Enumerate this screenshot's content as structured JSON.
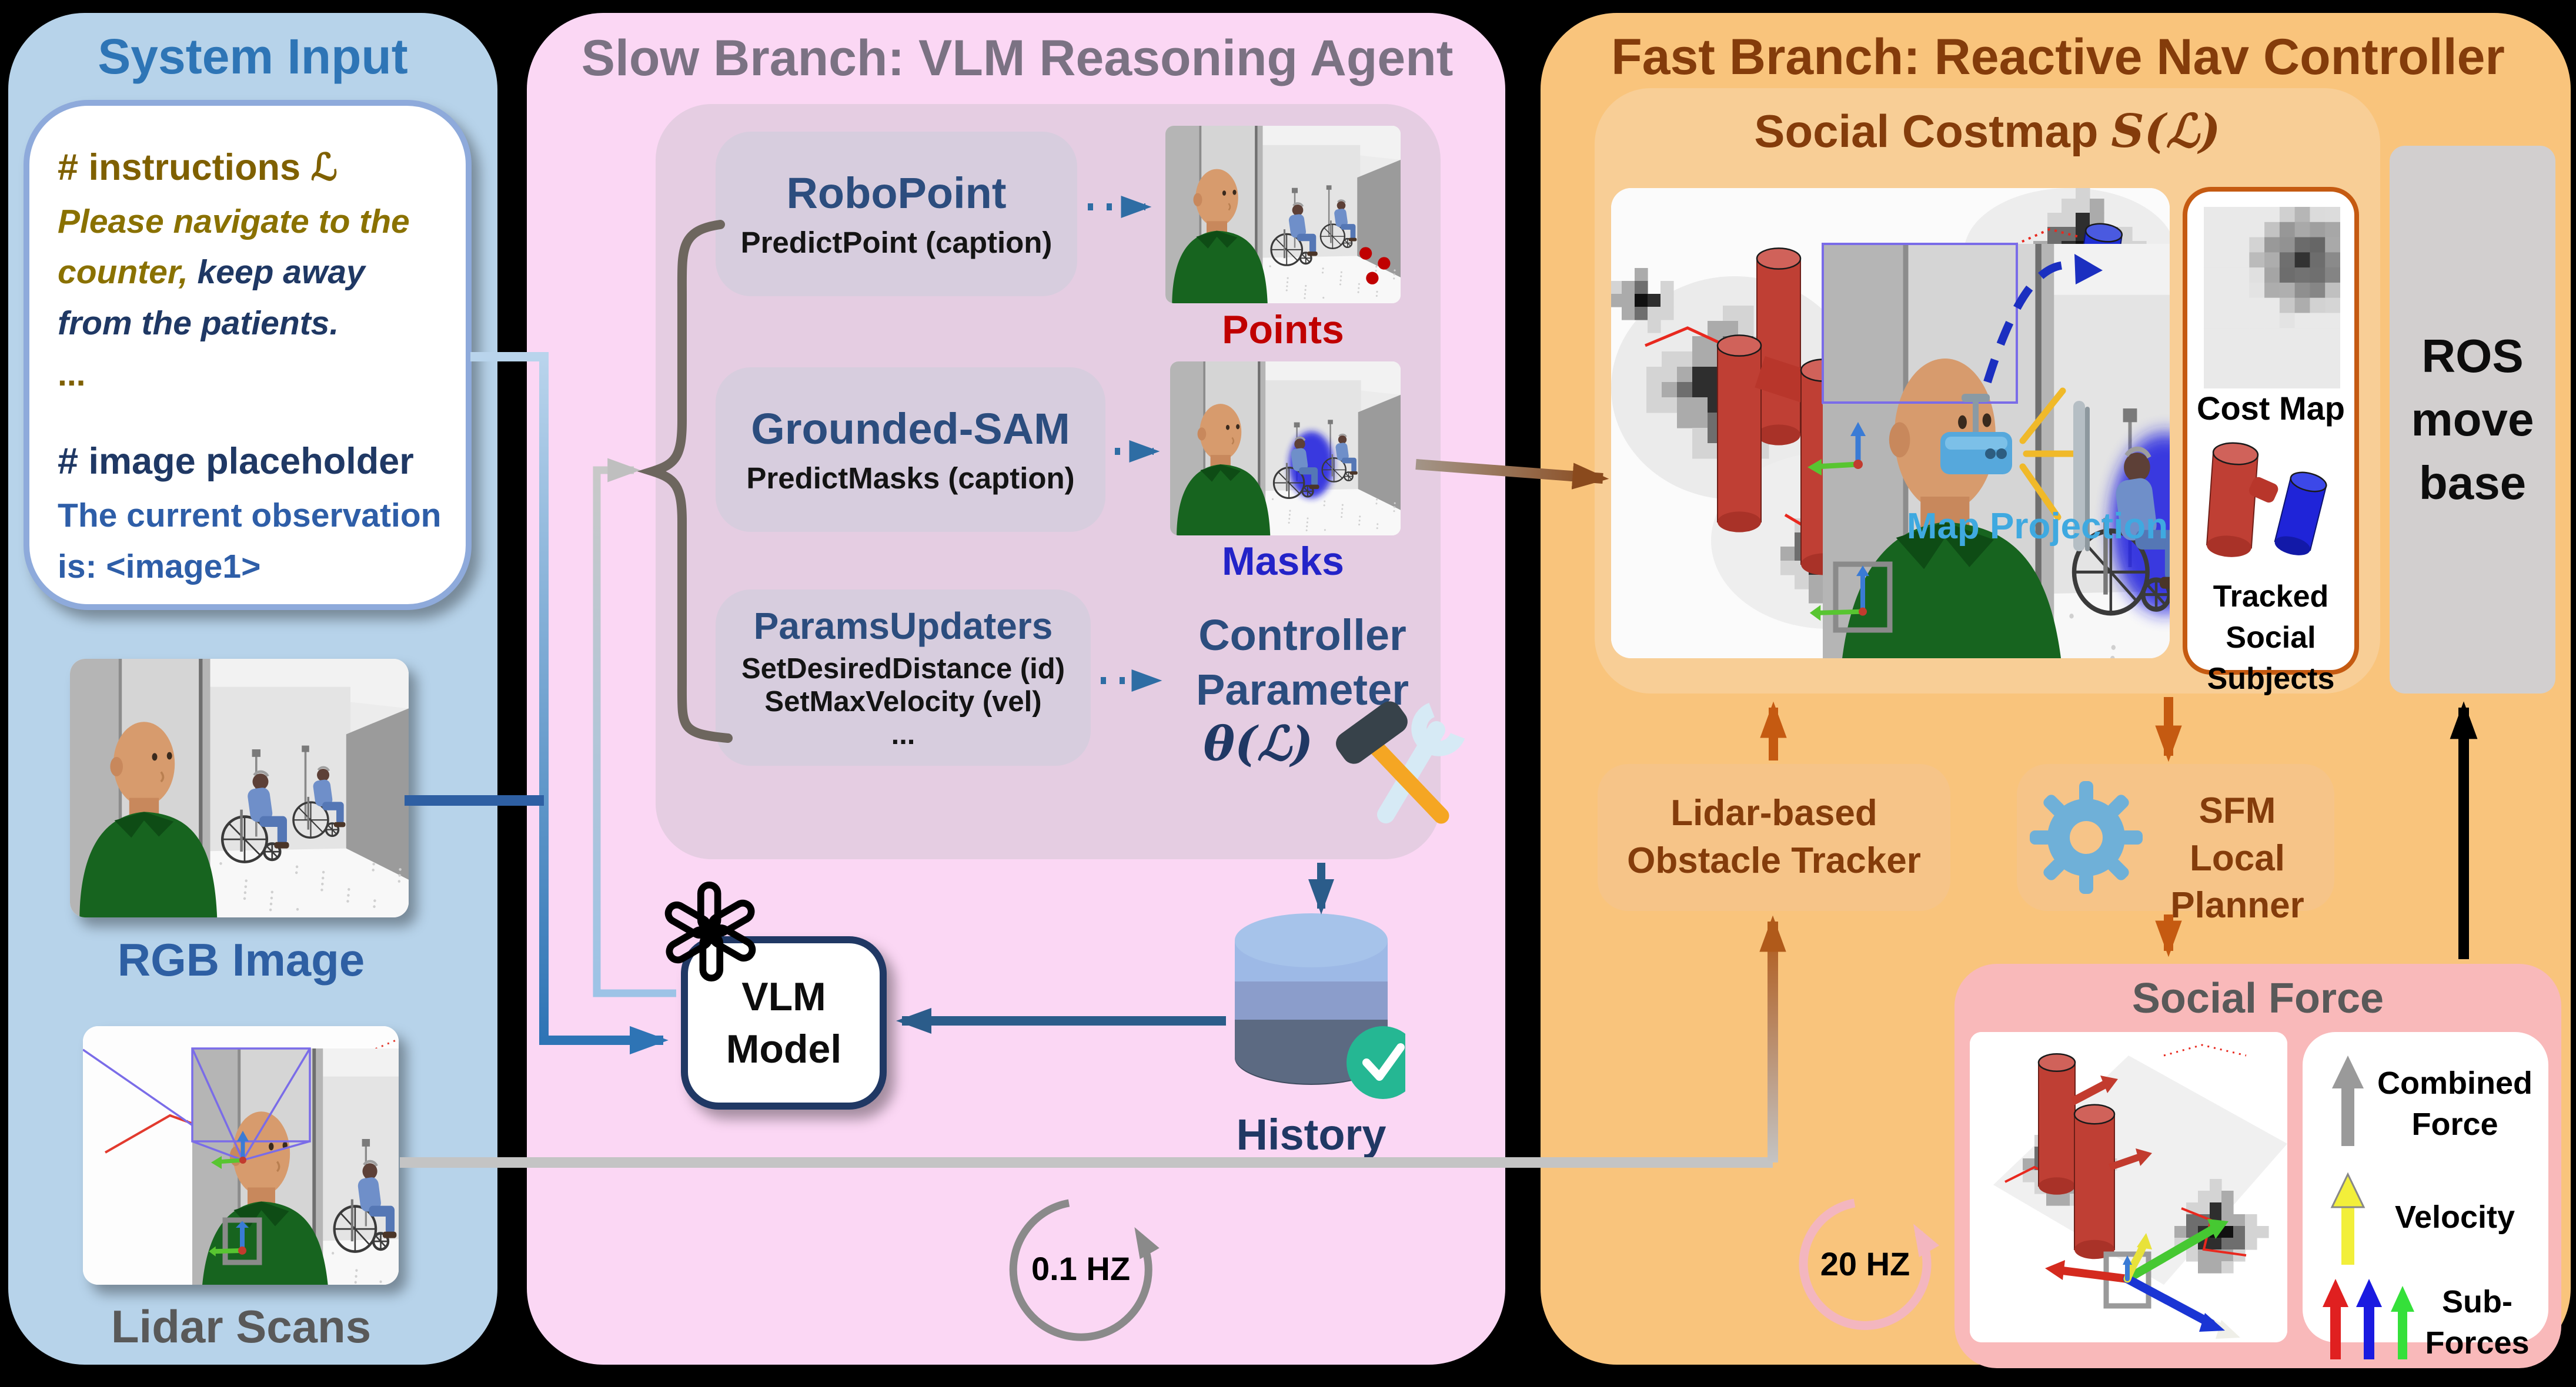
{
  "system_input": {
    "title": "System Input",
    "prompt": {
      "heading": "# instructions ℒ",
      "line1": "Please navigate to the",
      "line2_gold": "counter,",
      "line2_navy": " keep away",
      "line3": "from the patients.",
      "ellipsis": "...",
      "image_heading": "# image placeholder",
      "image_line1": "The current observation",
      "image_line2": "is: <image1>"
    },
    "rgb_label": "RGB Image",
    "lidar_label": "Lidar Scans"
  },
  "slow_branch": {
    "title": "Slow Branch: VLM Reasoning Agent",
    "robopoint_title": "RoboPoint",
    "robopoint_fn": "PredictPoint (caption)",
    "points_label": "Points",
    "gsam_title": "Grounded-SAM",
    "gsam_fn": "PredictMasks (caption)",
    "masks_label": "Masks",
    "params_title": "ParamsUpdaters",
    "params_fn1": "SetDesiredDistance (id)",
    "params_fn2": "SetMaxVelocity (vel)",
    "params_more": "...",
    "controller_label": "Controller Parameter",
    "controller_symbol": "θ(ℒ)",
    "vlm_label": "VLM Model",
    "history_label": "History",
    "rate": "0.1 HZ"
  },
  "fast_branch": {
    "title": "Fast Branch: Reactive Nav Controller",
    "costmap_title": "Social Costmap",
    "costmap_symbol": "S(ℒ)",
    "map_projection": "Map Projection",
    "legend_costmap": "Cost Map",
    "legend_tracked": "Tracked Social Subjects",
    "ros_label": "ROS move base",
    "tracker_label": "Lidar-based Obstacle Tracker",
    "sfm_label": "SFM Local Planner",
    "social_force_title": "Social Force",
    "sf_combined": "Combined Force",
    "sf_velocity": "Velocity",
    "sf_sub": "Sub-Forces",
    "rate": "20 HZ"
  },
  "colors": {
    "left_panel": "#b7d3ea",
    "mid_panel": "#fbd7f4",
    "mid_inner": "#e5cde2",
    "fn_box": "#d7cdde",
    "right_panel": "#f9c47c",
    "right_inner": "#f8ce96",
    "right_box": "#f6c488",
    "social_force_panel": "#f9b9ba",
    "blue_title": "#2e75b6",
    "gold": "#7f6000",
    "navy": "#1f3864",
    "brown_title": "#843c0b",
    "orange_arrow": "#c55a11",
    "points_red": "#c00000",
    "masks_blue": "#2323c8",
    "map_projection_blue": "#3fa9e0",
    "gray_label": "#595959"
  }
}
